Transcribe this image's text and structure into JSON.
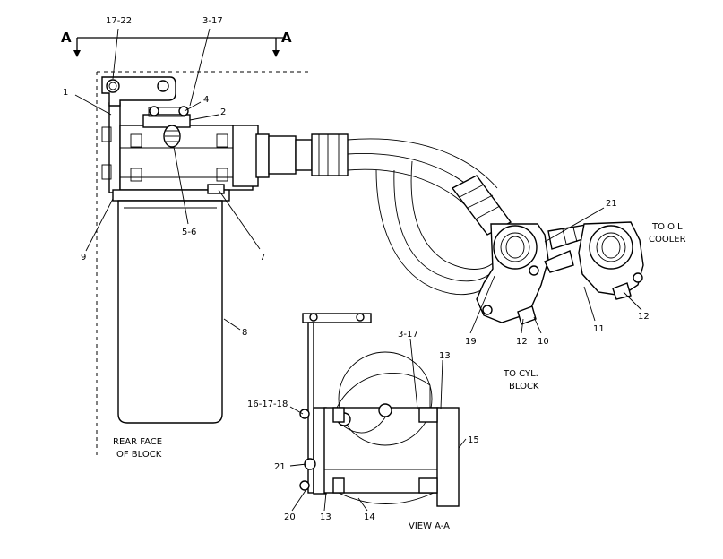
{
  "section_marker": {
    "left": "A",
    "right": "A"
  },
  "callouts": {
    "c17_22": "17-22",
    "c3_17_top": "3-17",
    "c1": "1",
    "c4": "4",
    "c2": "2",
    "c5_6": "5-6",
    "c7": "7",
    "c9": "9",
    "c8": "8",
    "c21_right": "21",
    "c19": "19",
    "c12_mid": "12",
    "c10": "10",
    "c11": "11",
    "c12_right": "12",
    "c3_17_view": "3-17",
    "c13_top": "13",
    "c16_17_18": "16-17-18",
    "c15": "15",
    "c21_view": "21",
    "c20": "20",
    "c13_bottom": "13",
    "c14": "14"
  },
  "notes": {
    "to_oil_line1": "TO OIL",
    "to_oil_line2": "COOLER",
    "to_cyl_line1": "TO CYL.",
    "to_cyl_line2": "BLOCK",
    "rear_face_line1": "REAR FACE",
    "rear_face_line2": "OF BLOCK",
    "view_aa": "VIEW A-A"
  }
}
